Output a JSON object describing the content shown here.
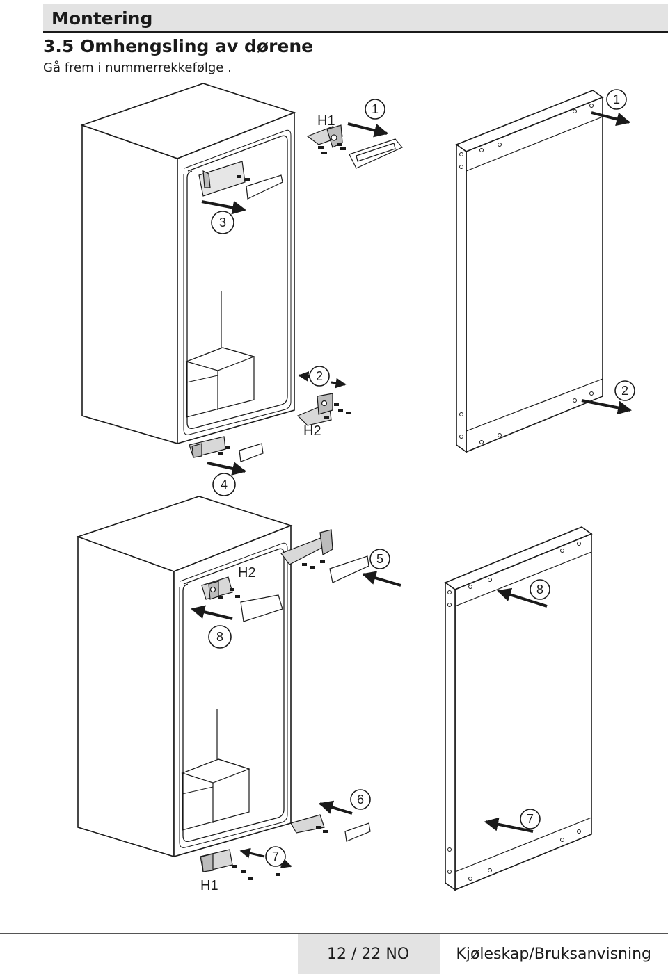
{
  "header": {
    "chapter": "Montering",
    "section": "3.5 Omhengsling av dørene",
    "instruction": "Gå frem i nummerrekkefølge ."
  },
  "diagram": {
    "top": {
      "hinge_top": "H1",
      "hinge_bottom": "H2",
      "steps": [
        "1",
        "1",
        "3",
        "2",
        "2",
        "4"
      ]
    },
    "bottom": {
      "hinge_top": "H2",
      "hinge_bottom": "H1",
      "steps": [
        "5",
        "8",
        "8",
        "6",
        "7",
        "7"
      ]
    }
  },
  "footer": {
    "page": "12 / 22  NO",
    "document": "Kjøleskap/Bruksanvisning"
  }
}
